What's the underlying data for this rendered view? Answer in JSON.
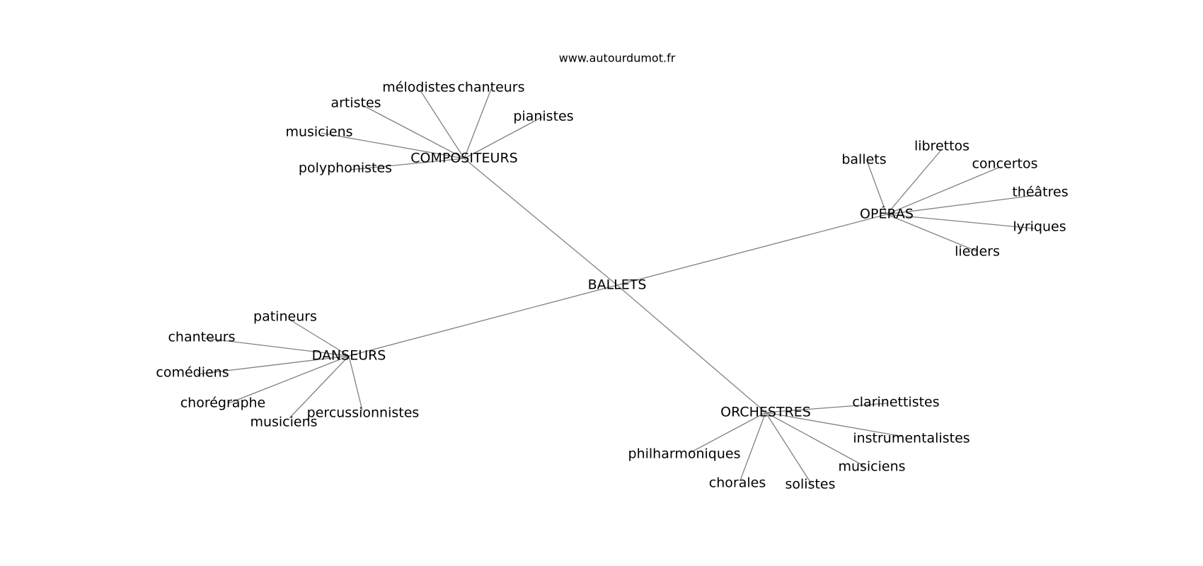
{
  "source": "www.autourdumot.fr",
  "colors": {
    "edge": "#808080",
    "text": "#000000",
    "background": "#ffffff"
  },
  "center": "BALLETS",
  "groups": [
    {
      "hub": "COMPOSITEURS",
      "leaves": [
        "mélodistes",
        "chanteurs",
        "artistes",
        "pianistes",
        "musiciens",
        "polyphonistes"
      ]
    },
    {
      "hub": "OPÉRAS",
      "leaves": [
        "librettos",
        "ballets",
        "concertos",
        "théâtres",
        "lyriques",
        "lieders"
      ]
    },
    {
      "hub": "DANSEURS",
      "leaves": [
        "patineurs",
        "chanteurs",
        "comédiens",
        "chorégraphe",
        "musiciens",
        "percussionnistes"
      ]
    },
    {
      "hub": "ORCHESTRES",
      "leaves": [
        "clarinettistes",
        "instrumentalistes",
        "musiciens",
        "philharmoniques",
        "solistes",
        "chorales"
      ]
    }
  ]
}
